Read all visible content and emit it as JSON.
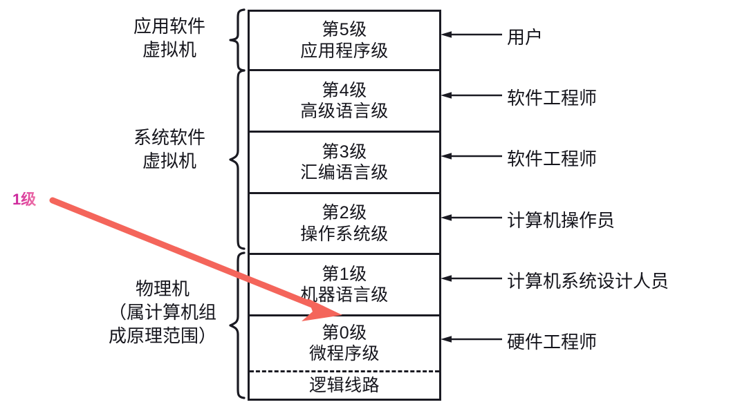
{
  "diagram": {
    "title_levels": [
      {
        "id": "level-5",
        "line1": "第5级",
        "line2": "应用程序级",
        "role": "用户"
      },
      {
        "id": "level-4",
        "line1": "第4级",
        "line2": "高级语言级",
        "role": "软件工程师"
      },
      {
        "id": "level-3",
        "line1": "第3级",
        "line2": "汇编语言级",
        "role": "软件工程师"
      },
      {
        "id": "level-2",
        "line1": "第2级",
        "line2": "操作系统级",
        "role": "计算机操作员"
      },
      {
        "id": "level-1",
        "line1": "第1级",
        "line2": "机器语言级",
        "role": "计算机系统设计人员"
      },
      {
        "id": "level-0",
        "line1": "第0级",
        "line2": "微程序级",
        "role": "硬件工程师"
      },
      {
        "id": "logic-circuit",
        "line1": "逻辑线路",
        "line2": "",
        "role": ""
      }
    ],
    "groups": [
      {
        "id": "application-software-vm",
        "line1": "应用软件",
        "line2": "虚拟机",
        "line3": ""
      },
      {
        "id": "system-software-vm",
        "line1": "系统软件",
        "line2": "虚拟机",
        "line3": ""
      },
      {
        "id": "physical-machine",
        "line1": "物理机",
        "line2": "（属计算机组",
        "line3": "成原理范围）"
      }
    ],
    "annotation": {
      "label": "1级",
      "arrow_color": "#f4655b",
      "label_color": "#d6219b"
    },
    "colors": {
      "stroke": "#1a1a22",
      "text": "#15151c",
      "background": "#ffffff"
    }
  }
}
